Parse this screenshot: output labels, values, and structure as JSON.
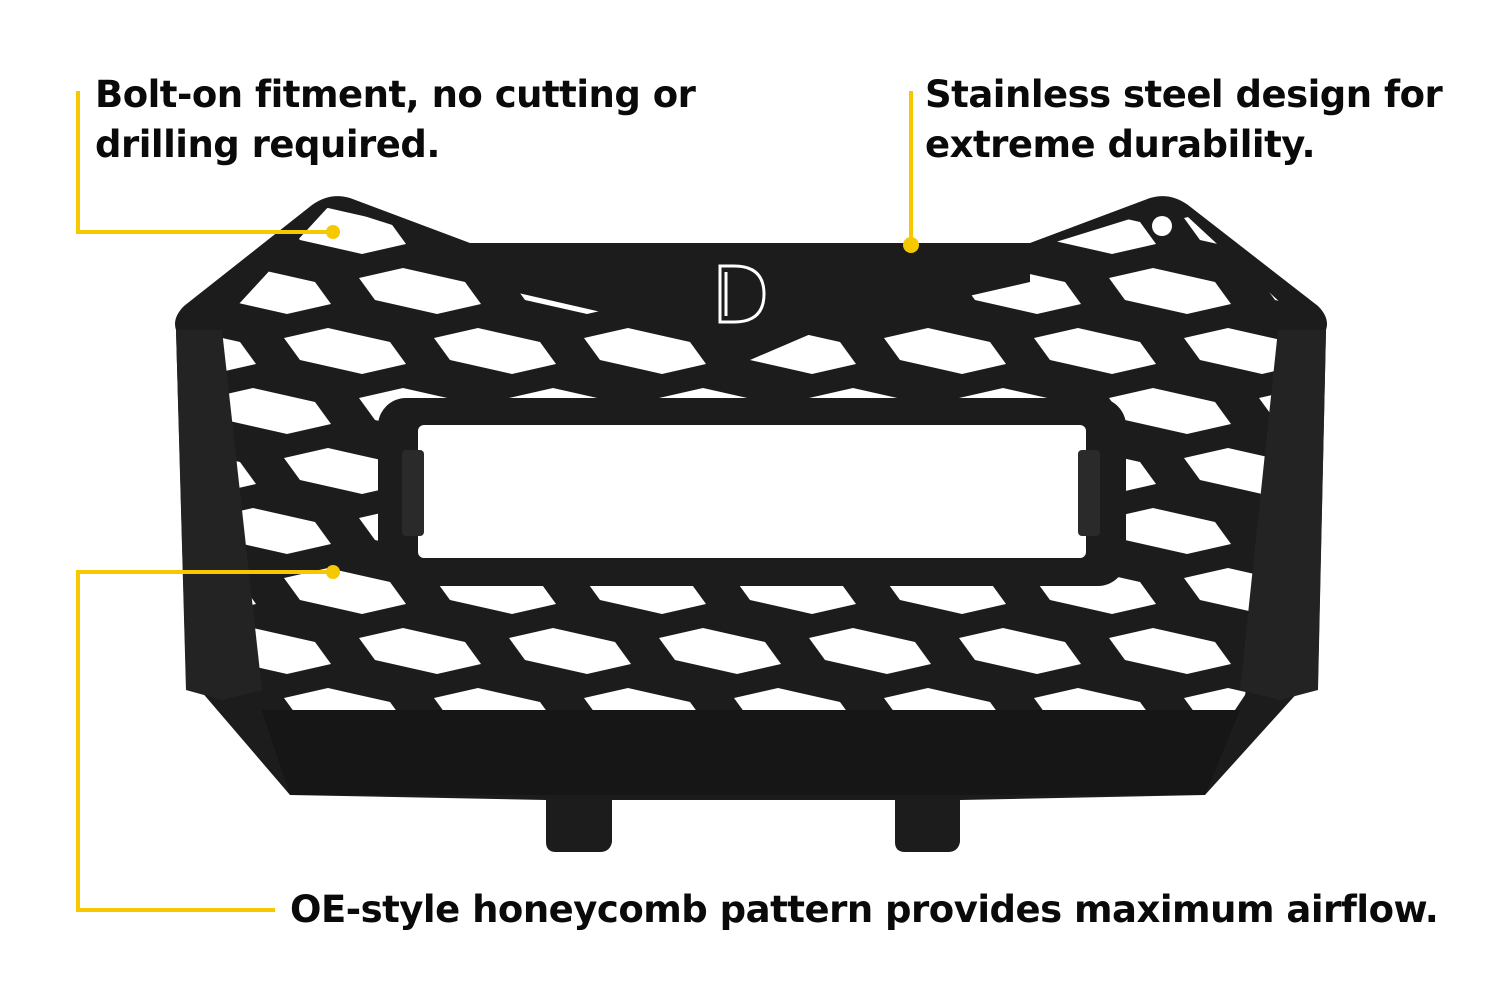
{
  "callouts": [
    {
      "id": "bolt-on",
      "line1": "Bolt-on fitment, no cutting or",
      "line2": "drilling required.",
      "anchor": "left-mounting-hole"
    },
    {
      "id": "stainless",
      "line1": "Stainless steel design for",
      "line2": "extreme durability.",
      "anchor": "top-bar"
    },
    {
      "id": "honeycomb",
      "line1": "OE-style honeycomb pattern provides maximum airflow.",
      "anchor": "mesh"
    }
  ],
  "product": {
    "name": "grille",
    "logo_glyph": "D",
    "color": "#1c1c1c"
  },
  "colors": {
    "accent": "#f5c800",
    "text": "#0a0a0a",
    "background": "#ffffff",
    "metal": "#1c1c1c"
  }
}
